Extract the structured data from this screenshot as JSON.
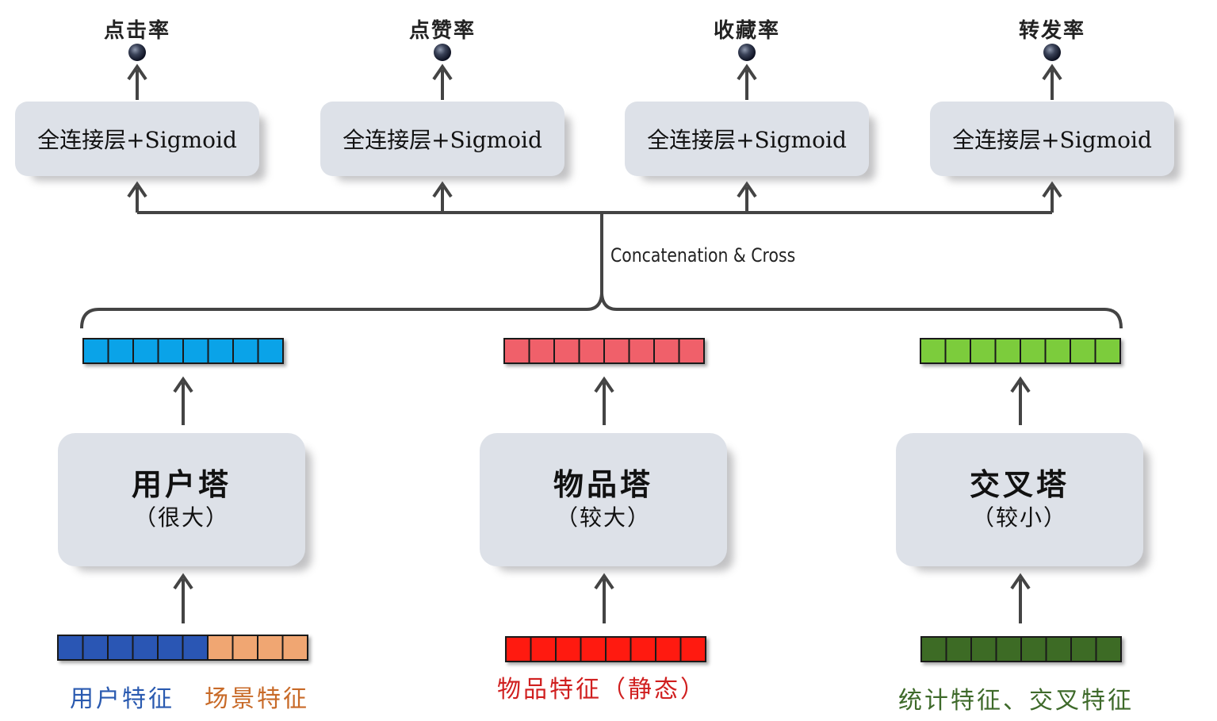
{
  "outputs": [
    {
      "metric": "点击率",
      "layer": "全连接层+Sigmoid"
    },
    {
      "metric": "点赞率",
      "layer": "全连接层+Sigmoid"
    },
    {
      "metric": "收藏率",
      "layer": "全连接层+Sigmoid"
    },
    {
      "metric": "转发率",
      "layer": "全连接层+Sigmoid"
    }
  ],
  "concat_label": "Concatenation & Cross",
  "towers": [
    {
      "title": "用户塔",
      "size": "（很大）",
      "embedding_color": "#0aa3e8"
    },
    {
      "title": "物品塔",
      "size": "（较大）",
      "embedding_color": "#f0606a"
    },
    {
      "title": "交叉塔",
      "size": "（较小）",
      "embedding_color": "#7ccc3c"
    }
  ],
  "inputs": {
    "user_features": {
      "label": "用户特征",
      "color": "#2a56b4"
    },
    "scene_features": {
      "label": "场景特征",
      "color": "#f0a672"
    },
    "item_features": {
      "label": "物品特征（静态）",
      "color": "#ff1a10"
    },
    "cross_features": {
      "label": "统计特征、交叉特征",
      "color": "#3d6b25"
    }
  },
  "caption_colors": {
    "user": "#2a5ab0",
    "scene": "#c86a28",
    "item": "#d01f1f",
    "cross": "#3e6a2a"
  }
}
